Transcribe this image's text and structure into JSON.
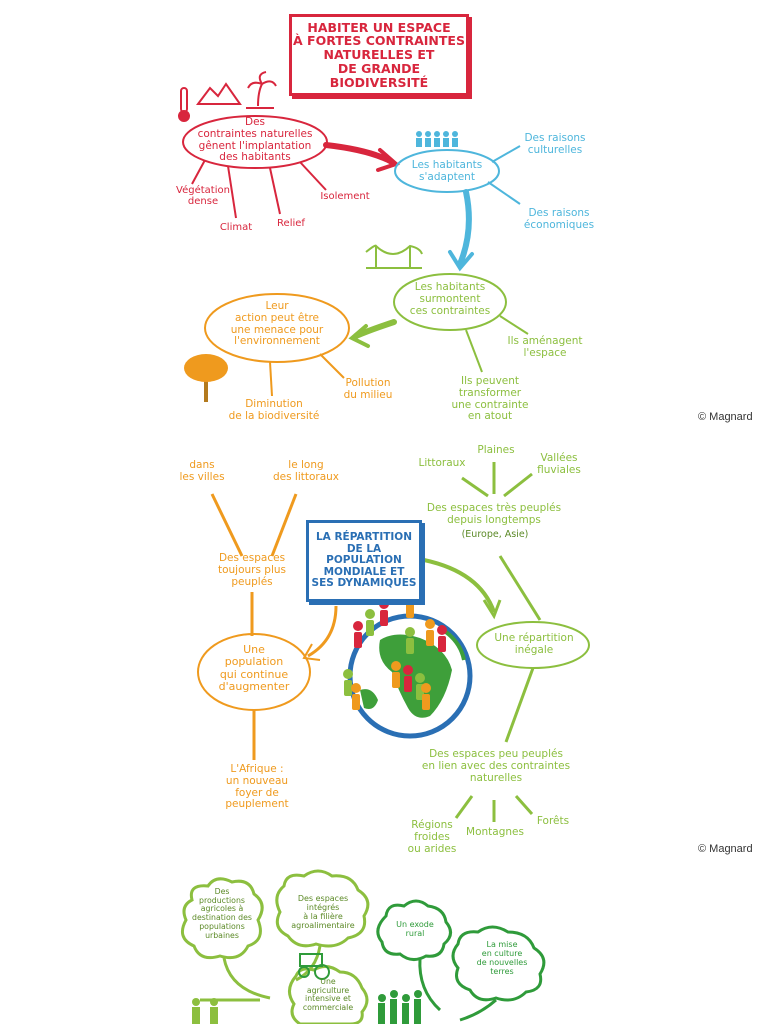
{
  "colors": {
    "red": "#d8263d",
    "blue": "#4eb6dc",
    "green": "#8cbf3f",
    "orange": "#ef9a1e",
    "navy": "#2a6fb4",
    "darkgreen": "#2f9b3a"
  },
  "map1": {
    "title": "HABITER UN ESPACE\nÀ FORTES CONTRAINTES\nNATURELLES ET\nDE GRANDE BIODIVERSITÉ",
    "constraints": "Des\ncontraintes naturelles\ngênent l'implantation\ndes habitants",
    "vegetation": "Végétation\ndense",
    "climat": "Climat",
    "relief": "Relief",
    "isolement": "Isolement",
    "adapt": "Les habitants\ns'adaptent",
    "culture": "Des raisons\nculturelles",
    "eco": "Des raisons\néconomiques",
    "overcome": "Les habitants\nsurmontent\nces contraintes",
    "amenage": "Ils aménagent\nl'espace",
    "transform": "Ils peuvent\ntransformer\nune contrainte\nen atout",
    "menace": "Leur\naction peut être\nune menace pour\nl'environnement",
    "pollution": "Pollution\ndu milieu",
    "biodiv": "Diminution\nde la biodiversité",
    "copyright": "© Magnard"
  },
  "map2": {
    "title": "LA RÉPARTITION\nDE LA POPULATION\nMONDIALE ET\nSES DYNAMIQUES",
    "villes": "dans\nles villes",
    "littoraux_long": "le long\ndes littoraux",
    "toujours": "Des espaces\ntoujours plus\npeuplés",
    "population": "Une\npopulation\nqui continue\nd'augmenter",
    "afrique": "L'Afrique :\nun nouveau\nfoyer de\npeuplement",
    "plaines": "Plaines",
    "littoraux": "Littoraux",
    "vallees": "Vallées\nfluviales",
    "tres_peuples": "Des espaces très peuplés\ndepuis longtemps",
    "europe_asie": "(Europe, Asie)",
    "inegale": "Une répartition\ninégale",
    "peu_peuples": "Des espaces peu peuplés\nen lien avec des contraintes\nnaturelles",
    "regions": "Régions\nfroides\nou arides",
    "montagnes": "Montagnes",
    "forets": "Forêts",
    "copyright": "© Magnard"
  },
  "map3": {
    "productions": "Des\nproductions\nagricoles à\ndestination des\npopulations\nurbaines",
    "integres": "Des espaces\nintégrés\nà la filière\nagroalimentaire",
    "intensive": "Une\nagriculture\nintensive et\ncommerciale",
    "exode": "Un exode\nrural",
    "mise": "La mise\nen culture\nde nouvelles\nterres"
  }
}
